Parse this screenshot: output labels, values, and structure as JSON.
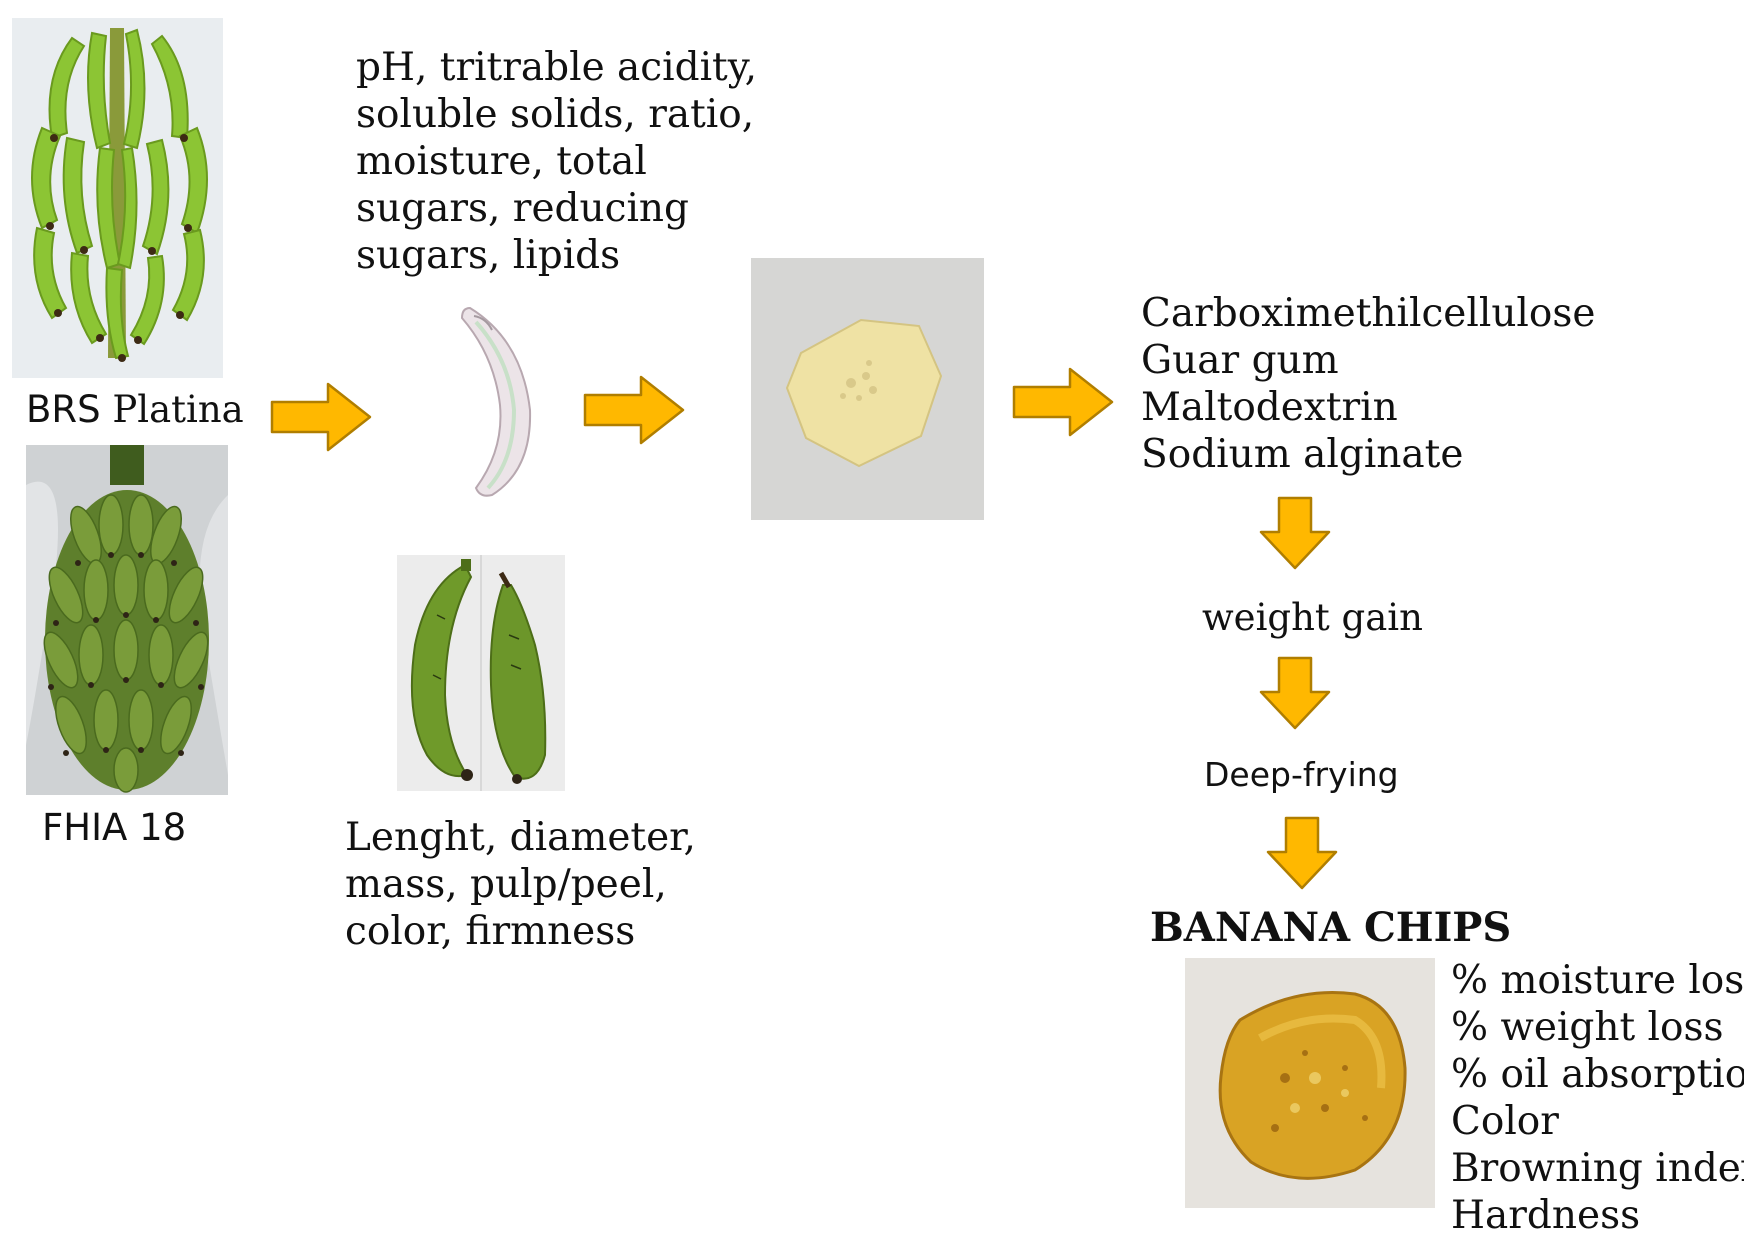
{
  "varieties": {
    "brs_platina": {
      "prefix": "BRS",
      "name": "Platina"
    },
    "fhia18": {
      "name": "FHIA 18"
    }
  },
  "pulp_analyses": [
    "pH, tritrable acidity,",
    "soluble solids, ratio,",
    "moisture, total",
    "sugars, reducing",
    "sugars, lipids"
  ],
  "fruit_analyses": [
    "Lenght, diameter,",
    "mass, pulp/peel,",
    "color, firmness"
  ],
  "coatings": [
    "Carboximethilcellulose",
    "Guar gum",
    "Maltodextrin",
    "Sodium alginate"
  ],
  "steps": {
    "weight_gain": "weight gain",
    "frying": "Deep-frying"
  },
  "product": {
    "title": "BANANA CHIPS",
    "measurements": [
      "% moisture loss",
      "% weight loss",
      "% oil absorption",
      "Color",
      "Browning index",
      "Hardness"
    ]
  },
  "colors": {
    "arrow_fill": "#FFB800",
    "arrow_stroke": "#B07E00"
  }
}
